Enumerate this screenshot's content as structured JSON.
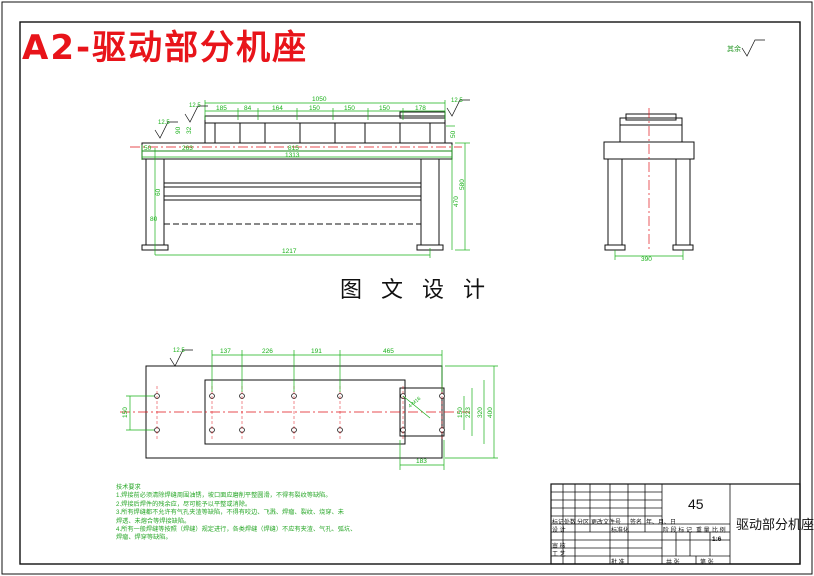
{
  "title": "A2-驱动部分机座",
  "watermark": "图 文 设 计",
  "roughness_note": "其余",
  "front_view": {
    "dims_top": [
      "185",
      "84",
      "164",
      "150",
      "150",
      "150",
      "178"
    ],
    "overall_length": "1050",
    "dim_263": "263",
    "dim_815": "815",
    "dim_1313": "1313",
    "dim_50": "50",
    "dim_90_a": "90",
    "dim_32": "32",
    "dim_50_b": "50",
    "dim_60": "60",
    "dim_80": "80",
    "dim_470": "470",
    "dim_580": "580",
    "dim_1217": "1217",
    "roughness": [
      "12.5",
      "12.5",
      "12.5"
    ]
  },
  "side_view": {
    "width": "390"
  },
  "top_view": {
    "dims_top": [
      "137",
      "226",
      "191",
      "465"
    ],
    "dim_150_left": "150",
    "dim_150_right": "150",
    "dim_223": "223",
    "dim_320": "320",
    "dim_400": "400",
    "dim_183": "183",
    "hole_note": "4-M16",
    "roughness": "12.5"
  },
  "tech_requirements": {
    "heading": "技术要求",
    "lines": [
      "1.焊接前必须清除焊缝周围油锈，坡口面应磨削平整圆滑，不得有裂纹等缺陷。",
      "2.焊接后焊件的残余应，尽可能予以平整或消除。",
      "3.所有焊缝都不允许有气孔夹渣等缺陷，不得有咬边、飞溅、焊瘤、裂纹、烧穿、未",
      "   焊透、未熔合等焊接缺陷。",
      "4.所有一般焊缝等按照（焊缝）规定进行，各类焊缝（焊缝）不应有夹渣、气孔、弧坑、",
      "   焊瘤、焊穿等缺陷。"
    ]
  },
  "title_block": {
    "number": "45",
    "part_name": "驱动部分机座",
    "scale": "1:6",
    "row_labels": [
      "标记",
      "处数",
      "分区",
      "更改文件号",
      "签名",
      "年、月、日"
    ],
    "design": "设 计",
    "std": "标准化",
    "check": "审 核",
    "process": "工 艺",
    "approve": "批 准",
    "stage": "阶 段 标 记",
    "weight": "重 量",
    "ratio": "比 例",
    "total": "共    张",
    "sheet": "第    张"
  },
  "colors": {
    "dim": "#19b019",
    "outline": "#111111",
    "center": "#e0141a",
    "title": "#e8141a"
  }
}
